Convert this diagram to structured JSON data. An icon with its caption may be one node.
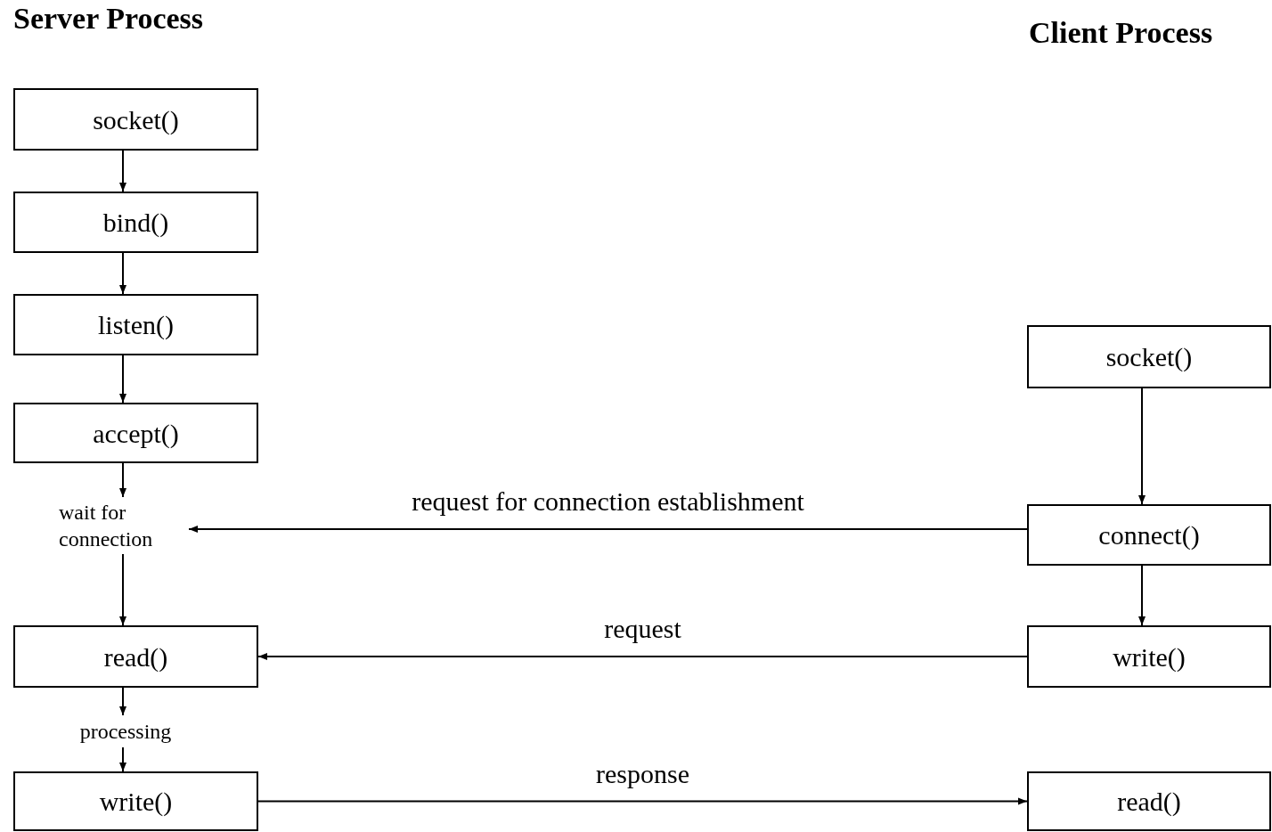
{
  "diagram": {
    "nodes": [
      {
        "text": [
          "socket()"
        ]
      },
      {
        "text": [
          "bind()"
        ]
      },
      {
        "text": [
          "listen()"
        ]
      },
      {
        "text": [
          "accept()"
        ]
      },
      {
        "text": [
          "wait for connection"
        ]
      },
      {
        "text": [
          "read()"
        ]
      },
      {
        "text": [
          "processing"
        ]
      },
      {
        "text": [
          "write()"
        ]
      },
      {
        "text": [
          "socket()"
        ]
      },
      {
        "text": [
          "connect()"
        ]
      },
      {
        "text": [
          "write()"
        ]
      },
      {
        "text": [
          "read()"
        ]
      }
    ],
    "edges": [
      {
        "from": 0,
        "to": 1,
        "arrow": "to"
      },
      {
        "from": 1,
        "to": 2,
        "arrow": "to"
      },
      {
        "from": 2,
        "to": 3,
        "arrow": "to"
      },
      {
        "from": 3,
        "to": 4,
        "arrow": "to"
      },
      {
        "from": 4,
        "to": 5,
        "arrow": "to"
      },
      {
        "from": 5,
        "to": 6,
        "arrow": "to"
      },
      {
        "from": 6,
        "to": 7,
        "arrow": "to"
      },
      {
        "from": 8,
        "to": 9,
        "arrow": "to"
      },
      {
        "from": 9,
        "to": 10,
        "arrow": "to"
      },
      {
        "from": 9,
        "to": 4,
        "arrow": "to",
        "label": "request for connection establishment"
      },
      {
        "from": 10,
        "to": 5,
        "arrow": "to",
        "label": "request"
      },
      {
        "from": 7,
        "to": 11,
        "arrow": "to",
        "label": "response"
      }
    ],
    "labels": [
      "Server Process",
      "Client Process"
    ]
  }
}
